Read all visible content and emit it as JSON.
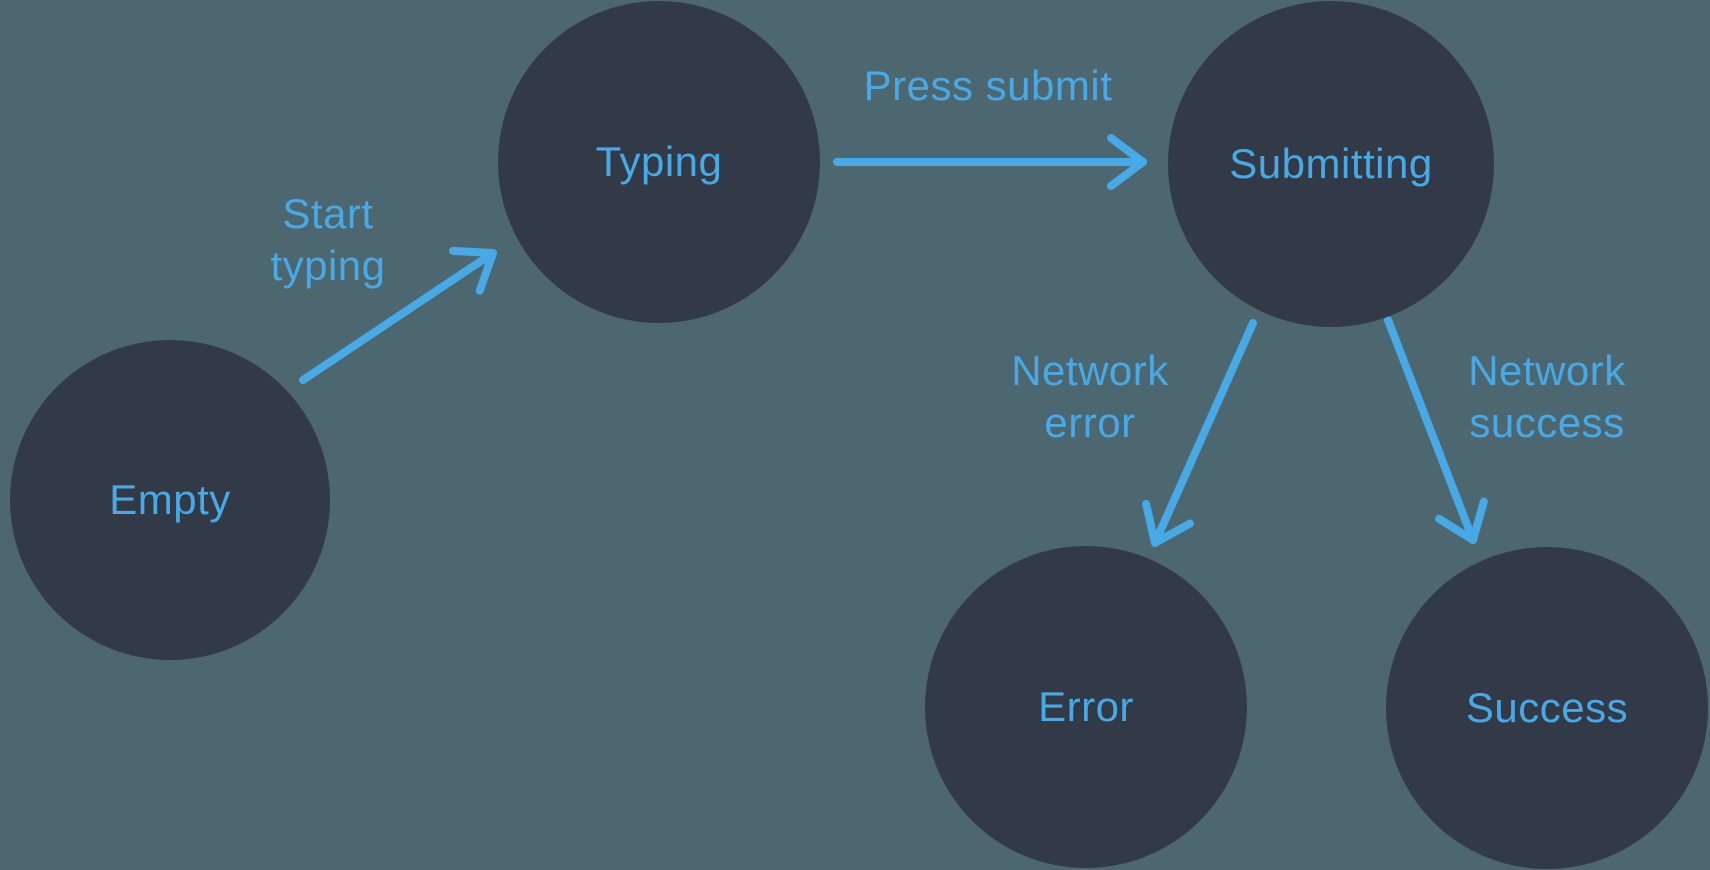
{
  "diagram": {
    "type": "state-machine",
    "theme": {
      "background_color": "#4c6770",
      "node_color": "#323a48",
      "accent_color": "#47a9e6"
    },
    "nodes": [
      {
        "id": "empty",
        "label": "Empty"
      },
      {
        "id": "typing",
        "label": "Typing"
      },
      {
        "id": "submitting",
        "label": "Submitting"
      },
      {
        "id": "error",
        "label": "Error"
      },
      {
        "id": "success",
        "label": "Success"
      }
    ],
    "transitions": [
      {
        "from": "Empty",
        "to": "Typing",
        "label": "Start typing"
      },
      {
        "from": "Typing",
        "to": "Submitting",
        "label": "Press submit"
      },
      {
        "from": "Submitting",
        "to": "Error",
        "label": "Network error"
      },
      {
        "from": "Submitting",
        "to": "Success",
        "label": "Network success"
      }
    ]
  }
}
